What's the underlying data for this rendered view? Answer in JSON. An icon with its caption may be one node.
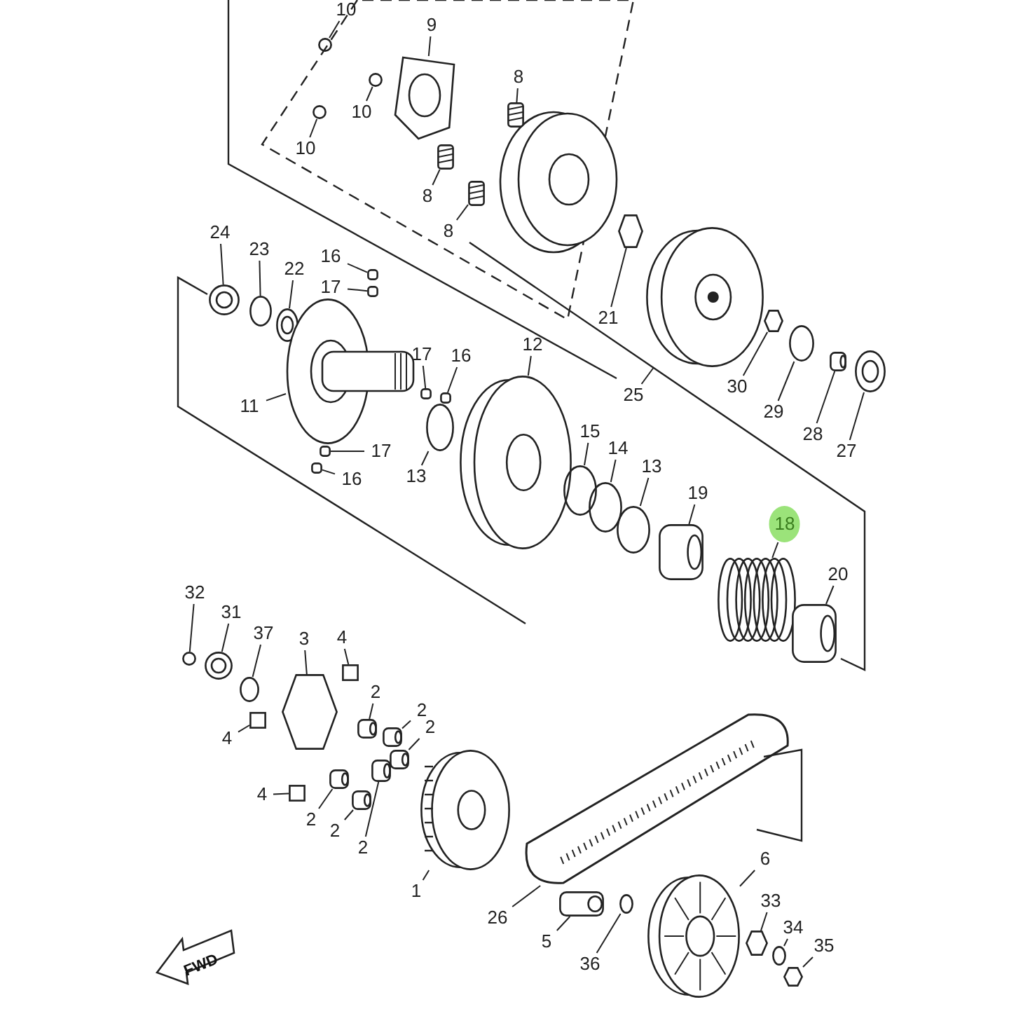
{
  "diagram": {
    "nodes": [
      {
        "text": [
          "10"
        ]
      },
      {
        "text": [
          "9"
        ]
      },
      {
        "text": [
          "10"
        ]
      },
      {
        "text": [
          "8"
        ]
      },
      {
        "text": [
          "10"
        ]
      },
      {
        "text": [
          "8"
        ]
      },
      {
        "text": [
          "8"
        ]
      },
      {
        "text": [
          "24"
        ]
      },
      {
        "text": [
          "23"
        ]
      },
      {
        "text": [
          "22"
        ]
      },
      {
        "text": [
          "16"
        ]
      },
      {
        "text": [
          "17"
        ]
      },
      {
        "text": [
          "11"
        ]
      },
      {
        "text": [
          "17"
        ]
      },
      {
        "text": [
          "16"
        ]
      },
      {
        "text": [
          "12"
        ]
      },
      {
        "text": [
          "13"
        ]
      },
      {
        "text": [
          "17"
        ]
      },
      {
        "text": [
          "16"
        ]
      },
      {
        "text": [
          "21"
        ]
      },
      {
        "text": [
          "25"
        ]
      },
      {
        "text": [
          "30"
        ]
      },
      {
        "text": [
          "29"
        ]
      },
      {
        "text": [
          "28"
        ]
      },
      {
        "text": [
          "27"
        ]
      },
      {
        "text": [
          "15"
        ]
      },
      {
        "text": [
          "14"
        ]
      },
      {
        "text": [
          "13"
        ]
      },
      {
        "text": [
          "19"
        ]
      },
      {
        "text": [
          "18"
        ]
      },
      {
        "text": [
          "20"
        ]
      },
      {
        "text": [
          "32"
        ]
      },
      {
        "text": [
          "31"
        ]
      },
      {
        "text": [
          "37"
        ]
      },
      {
        "text": [
          "3"
        ]
      },
      {
        "text": [
          "4"
        ]
      },
      {
        "text": [
          "2"
        ]
      },
      {
        "text": [
          "2"
        ]
      },
      {
        "text": [
          "4"
        ]
      },
      {
        "text": [
          "2"
        ]
      },
      {
        "text": [
          "4"
        ]
      },
      {
        "text": [
          "2"
        ]
      },
      {
        "text": [
          "2"
        ]
      },
      {
        "text": [
          "2"
        ]
      },
      {
        "text": [
          "1"
        ]
      },
      {
        "text": [
          "26"
        ]
      },
      {
        "text": [
          "5"
        ]
      },
      {
        "text": [
          "36"
        ]
      },
      {
        "text": [
          "6"
        ]
      },
      {
        "text": [
          "33"
        ]
      },
      {
        "text": [
          "34"
        ]
      },
      {
        "text": [
          "35"
        ]
      },
      {
        "text": [],
        "shape": "circle"
      },
      {
        "text": [],
        "shape": "picture"
      },
      {
        "text": [],
        "shape": "circle"
      },
      {
        "text": [],
        "shape": "picture"
      },
      {
        "text": [],
        "shape": "circle"
      },
      {
        "text": [],
        "shape": "picture"
      },
      {
        "text": [],
        "shape": "picture"
      },
      {
        "text": [],
        "shape": "picture"
      },
      {
        "text": [],
        "shape": "circle"
      },
      {
        "text": [],
        "shape": "picture"
      },
      {
        "text": [],
        "shape": "box"
      },
      {
        "text": [],
        "shape": "box"
      },
      {
        "text": [],
        "shape": "picture"
      },
      {
        "text": [],
        "shape": "box"
      },
      {
        "text": [],
        "shape": "box"
      },
      {
        "text": [],
        "shape": "picture"
      },
      {
        "text": [],
        "shape": "circle"
      },
      {
        "text": [],
        "shape": "box"
      },
      {
        "text": [],
        "shape": "box"
      },
      {
        "text": [],
        "shape": "hexagon"
      },
      {
        "text": [],
        "shape": "picture"
      },
      {
        "text": [],
        "shape": "hexagon"
      },
      {
        "text": [],
        "shape": "circle"
      },
      {
        "text": [],
        "shape": "picture"
      },
      {
        "text": [],
        "shape": "picture"
      },
      {
        "text": [],
        "shape": "circle"
      },
      {
        "text": [],
        "shape": "circle"
      },
      {
        "text": [],
        "shape": "circle"
      },
      {
        "text": [],
        "shape": "picture"
      },
      {
        "text": [],
        "shape": "picture"
      },
      {
        "text": [],
        "shape": "picture"
      },
      {
        "text": [],
        "shape": "circle"
      },
      {
        "text": [],
        "shape": "picture"
      },
      {
        "text": [],
        "shape": "circle"
      },
      {
        "text": [],
        "shape": "hexagon"
      },
      {
        "text": [],
        "shape": "box"
      },
      {
        "text": [],
        "shape": "picture"
      },
      {
        "text": [],
        "shape": "picture"
      },
      {
        "text": [],
        "shape": "box"
      },
      {
        "text": [],
        "shape": "picture"
      },
      {
        "text": [],
        "shape": "box"
      },
      {
        "text": [],
        "shape": "picture"
      },
      {
        "text": [],
        "shape": "picture"
      },
      {
        "text": [],
        "shape": "picture"
      },
      {
        "text": [],
        "shape": "picture"
      },
      {
        "text": [],
        "shape": "picture"
      },
      {
        "text": [],
        "shape": "picture"
      },
      {
        "text": [],
        "shape": "circle"
      },
      {
        "text": [],
        "shape": "picture"
      },
      {
        "text": [],
        "shape": "hexagon"
      },
      {
        "text": [],
        "shape": "circle"
      },
      {
        "text": [],
        "shape": "hexagon"
      }
    ],
    "edges": [
      {
        "from": 0,
        "to": 52,
        "arrow": "none"
      },
      {
        "from": 1,
        "to": 53,
        "arrow": "none"
      },
      {
        "from": 2,
        "to": 54,
        "arrow": "none"
      },
      {
        "from": 3,
        "to": 55,
        "arrow": "none"
      },
      {
        "from": 4,
        "to": 56,
        "arrow": "none"
      },
      {
        "from": 5,
        "to": 57,
        "arrow": "none"
      },
      {
        "from": 6,
        "to": 58,
        "arrow": "none"
      },
      {
        "from": 7,
        "to": 59,
        "arrow": "none"
      },
      {
        "from": 8,
        "to": 60,
        "arrow": "none"
      },
      {
        "from": 9,
        "to": 61,
        "arrow": "none"
      },
      {
        "from": 10,
        "to": 62,
        "arrow": "none"
      },
      {
        "from": 11,
        "to": 63,
        "arrow": "none"
      },
      {
        "from": 12,
        "to": 64,
        "arrow": "none"
      },
      {
        "from": 13,
        "to": 65,
        "arrow": "none"
      },
      {
        "from": 14,
        "to": 66,
        "arrow": "none"
      },
      {
        "from": 15,
        "to": 67,
        "arrow": "none"
      },
      {
        "from": 16,
        "to": 68,
        "arrow": "none"
      },
      {
        "from": 17,
        "to": 69,
        "arrow": "none"
      },
      {
        "from": 18,
        "to": 70,
        "arrow": "none"
      },
      {
        "from": 19,
        "to": 71,
        "arrow": "none"
      },
      {
        "from": 20,
        "to": 72,
        "arrow": "none"
      },
      {
        "from": 21,
        "to": 73,
        "arrow": "none"
      },
      {
        "from": 22,
        "to": 74,
        "arrow": "none"
      },
      {
        "from": 23,
        "to": 75,
        "arrow": "none"
      },
      {
        "from": 24,
        "to": 76,
        "arrow": "none"
      },
      {
        "from": 25,
        "to": 77,
        "arrow": "none"
      },
      {
        "from": 26,
        "to": 78,
        "arrow": "none"
      },
      {
        "from": 27,
        "to": 79,
        "arrow": "none"
      },
      {
        "from": 28,
        "to": 80,
        "arrow": "none"
      },
      {
        "from": 29,
        "to": 81,
        "arrow": "none"
      },
      {
        "from": 30,
        "to": 82,
        "arrow": "none"
      },
      {
        "from": 31,
        "to": 83,
        "arrow": "none"
      },
      {
        "from": 32,
        "to": 84,
        "arrow": "none"
      },
      {
        "from": 33,
        "to": 85,
        "arrow": "none"
      },
      {
        "from": 34,
        "to": 86,
        "arrow": "none"
      },
      {
        "from": 35,
        "to": 87,
        "arrow": "none"
      },
      {
        "from": 36,
        "to": 88,
        "arrow": "none"
      },
      {
        "from": 37,
        "to": 89,
        "arrow": "none"
      },
      {
        "from": 38,
        "to": 90,
        "arrow": "none"
      },
      {
        "from": 39,
        "to": 91,
        "arrow": "none"
      },
      {
        "from": 40,
        "to": 92,
        "arrow": "none"
      },
      {
        "from": 41,
        "to": 93,
        "arrow": "none"
      },
      {
        "from": 42,
        "to": 94,
        "arrow": "none"
      },
      {
        "from": 43,
        "to": 95,
        "arrow": "none"
      },
      {
        "from": 44,
        "to": 96,
        "arrow": "none"
      },
      {
        "from": 45,
        "to": 97,
        "arrow": "none"
      },
      {
        "from": 46,
        "to": 98,
        "arrow": "none"
      },
      {
        "from": 47,
        "to": 99,
        "arrow": "none"
      },
      {
        "from": 48,
        "to": 100,
        "arrow": "none"
      },
      {
        "from": 49,
        "to": 101,
        "arrow": "none"
      },
      {
        "from": 50,
        "to": 102,
        "arrow": "none"
      },
      {
        "from": 51,
        "to": 103,
        "arrow": "none"
      }
    ],
    "labels": [
      "FWD"
    ]
  }
}
